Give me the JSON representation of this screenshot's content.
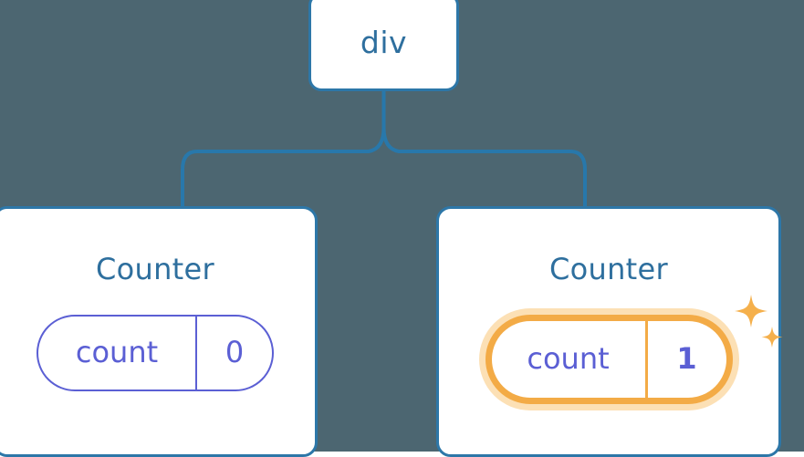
{
  "diagram": {
    "type": "component-tree",
    "background_color": "#4c6671",
    "connector_color": "#2878ab",
    "root": {
      "label": "div",
      "text_color": "#2e6f9e",
      "border_color": "#2d77a8",
      "fill_color": "#ffffff"
    },
    "children": [
      {
        "title": "Counter",
        "title_color": "#2e6f9e",
        "state": {
          "key": "count",
          "value": "0",
          "color": "#5b5fd4",
          "highlighted": false
        }
      },
      {
        "title": "Counter",
        "title_color": "#2e6f9e",
        "state": {
          "key": "count",
          "value": "1",
          "color": "#5b5fd4",
          "highlighted": true,
          "highlight_color": "#f3ab46",
          "highlight_glow_color": "#fce0b5",
          "sparkle_color": "#f5b04c",
          "sparkle_count": 2
        }
      }
    ]
  }
}
